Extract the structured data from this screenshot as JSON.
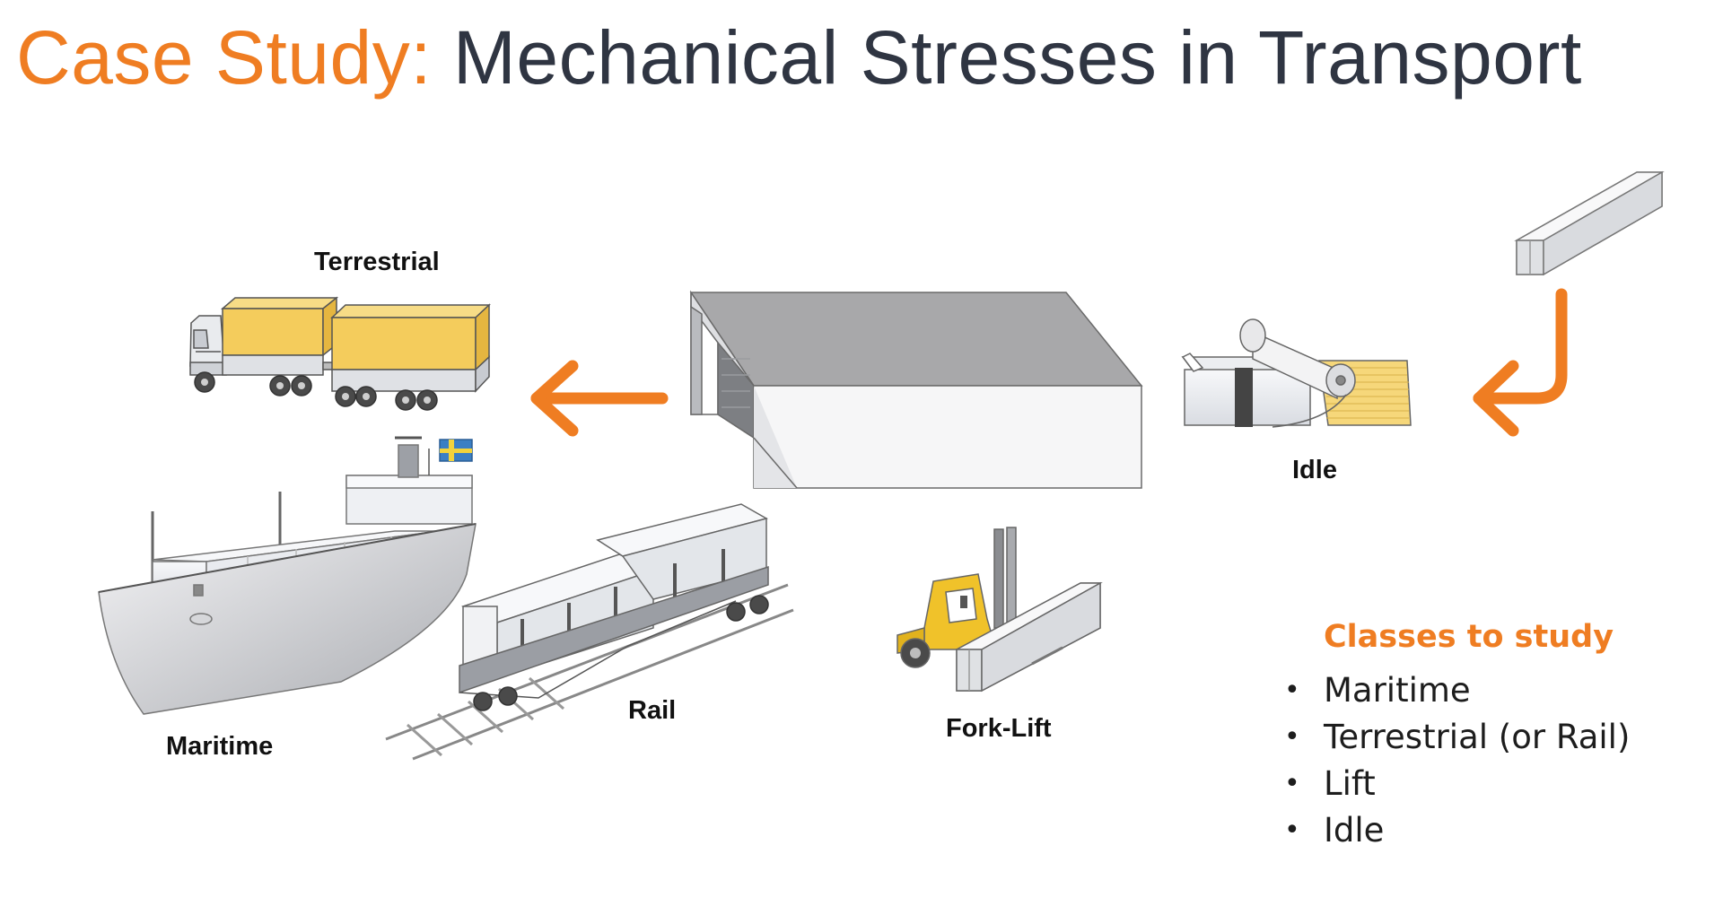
{
  "title": {
    "accent": "Case Study:",
    "rest": " Mechanical Stresses in Transport"
  },
  "labels": {
    "terrestrial": "Terrestrial",
    "maritime": "Maritime",
    "rail": "Rail",
    "forklift": "Fork-Lift",
    "idle": "Idle"
  },
  "classes": {
    "heading": "Classes to study",
    "items": [
      "Maritime",
      "Terrestrial (or Rail)",
      "Lift",
      "Idle"
    ]
  },
  "colors": {
    "accent": "#ef7d22",
    "title_text": "#2f3542",
    "cargo_yellow": "#f4cc5c",
    "forklift_yellow": "#f0c22a",
    "flag_blue": "#3b7fc4"
  }
}
